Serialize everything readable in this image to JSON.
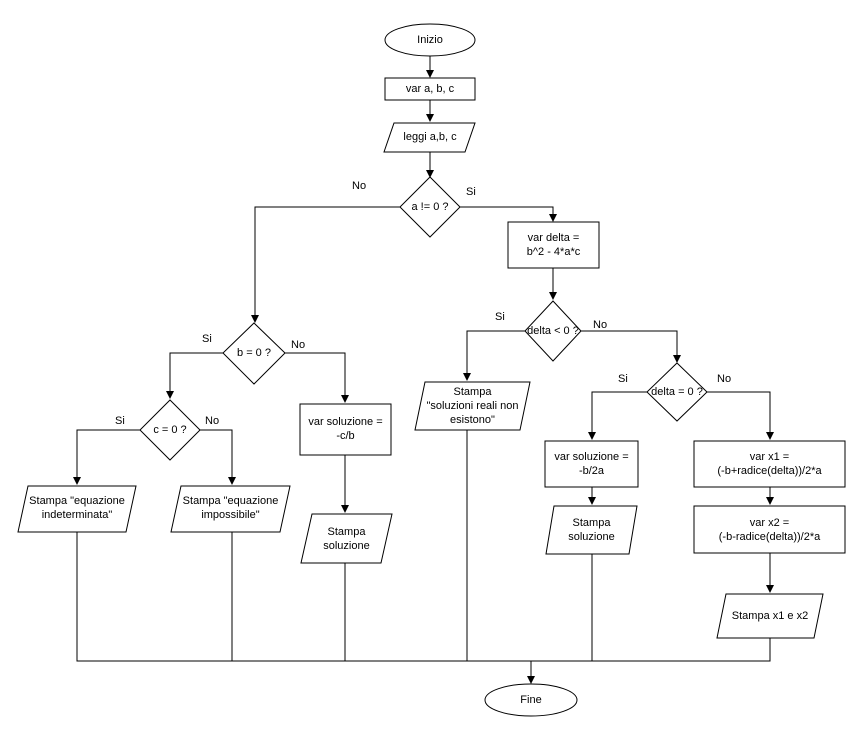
{
  "nodes": {
    "start": "Inizio",
    "decl_abc": "var a, b, c",
    "read_abc": "leggi a,b, c",
    "cond_a": "a != 0 ?",
    "calc_delta": [
      "var delta =",
      "b^2 - 4*a*c"
    ],
    "cond_delta_neg": "delta < 0 ?",
    "print_no_real": [
      "Stampa",
      "\"soluzioni reali non",
      "esistono\""
    ],
    "cond_delta_zero": "delta = 0 ?",
    "calc_sol_double": [
      "var soluzione =",
      "-b/2a"
    ],
    "print_sol_double": [
      "Stampa",
      "soluzione"
    ],
    "calc_x1": [
      "var x1 =",
      "(-b+radice(delta))/2*a"
    ],
    "calc_x2": [
      "var x2 =",
      "(-b-radice(delta))/2*a"
    ],
    "print_x1x2": "Stampa x1 e x2",
    "cond_b": "b = 0 ?",
    "cond_c": "c = 0 ?",
    "print_indeterminate": [
      "Stampa \"equazione",
      "indeterminata\""
    ],
    "print_impossible": [
      "Stampa \"equazione",
      "impossibile\""
    ],
    "calc_sol_linear": [
      "var soluzione =",
      "-c/b"
    ],
    "print_sol_linear": [
      "Stampa",
      "soluzione"
    ],
    "end": "Fine"
  },
  "edge_labels": {
    "a_no": "No",
    "a_yes": "Si",
    "delta_neg_yes": "Si",
    "delta_neg_no": "No",
    "delta_zero_yes": "Si",
    "delta_zero_no": "No",
    "b_yes": "Si",
    "b_no": "No",
    "c_yes": "Si",
    "c_no": "No"
  }
}
